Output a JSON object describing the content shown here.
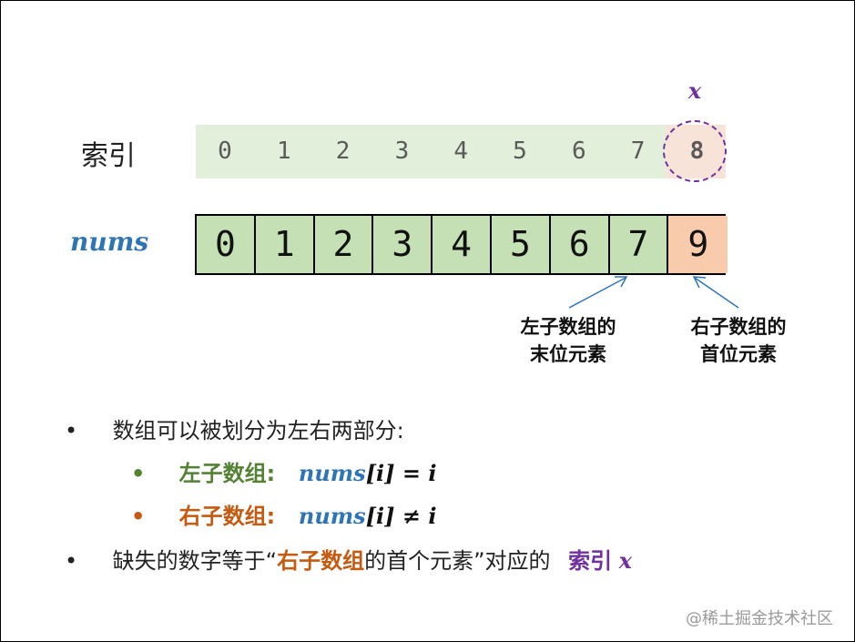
{
  "labels": {
    "x_symbol": "x",
    "index_row": "索引",
    "nums_row": "nums"
  },
  "index_values": [
    "0",
    "1",
    "2",
    "3",
    "4",
    "5",
    "6",
    "7",
    "8"
  ],
  "nums_values": [
    "0",
    "1",
    "2",
    "3",
    "4",
    "5",
    "6",
    "7",
    "9"
  ],
  "callouts": {
    "left_line1": "左子数组的",
    "left_line2": "末位元素",
    "right_line1": "右子数组的",
    "right_line2": "首位元素"
  },
  "bullets": {
    "bullet_symbol": "•",
    "b1_text": "数组可以被划分为左右两部分:",
    "b2_label": "左子数组:",
    "b2_formula_nums": "nums",
    "b2_formula_rest": "[i] = i",
    "b3_label": "右子数组:",
    "b3_formula_nums": "nums",
    "b3_formula_rest": "[i] ≠ i",
    "b4_pre": "缺失的数字等于“",
    "b4_highlight": "右子数组",
    "b4_mid": "的首个元素”对应的",
    "b4_index": "索引",
    "b4_x": "x"
  },
  "watermark": "@稀土掘金技术社区",
  "colors": {
    "purple": "#7030a0",
    "blue": "#2e75b6",
    "green": "#548235",
    "orange": "#c55a11",
    "cell_green": "#c5e0b4",
    "cell_orange": "#f8cbad",
    "index_bg": "#e2efda"
  }
}
